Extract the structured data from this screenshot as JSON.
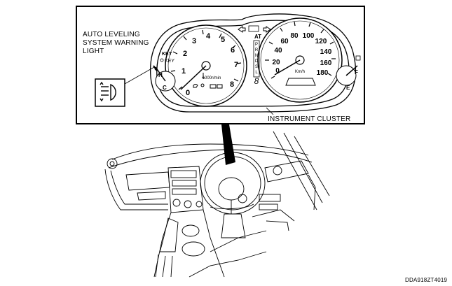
{
  "labels": {
    "warning_line1": "AUTO LEVELING",
    "warning_line2": "SYSTEM WARNING",
    "warning_line3": "LIGHT",
    "cluster": "INSTRUMENT CLUSTER",
    "figure_code": "DDA918ZT4019"
  },
  "tachometer": {
    "ticks": [
      "0",
      "1",
      "2",
      "3",
      "4",
      "5",
      "6",
      "7",
      "8"
    ],
    "unit": "1000r/min"
  },
  "speedometer": {
    "ticks": [
      "0",
      "20",
      "40",
      "60",
      "80",
      "100",
      "120",
      "140",
      "160",
      "180"
    ],
    "unit": "Km/h"
  },
  "gauges": {
    "temp_hot": "H",
    "temp_cold": "C",
    "fuel_full": "F",
    "fuel_empty": "E"
  },
  "indicators": {
    "at": "AT",
    "key_text": "KEY",
    "key_icon_text": "KEY",
    "shift_positions": [
      "P",
      "R",
      "N",
      "D",
      "S",
      "L"
    ],
    "gear_display": "8"
  },
  "icons": [
    "headlight-leveling-icon",
    "turn-arrow-left-icon",
    "turn-arrow-right-icon",
    "key-icon",
    "engine-icon",
    "battery-icon",
    "seatbelt-icon"
  ]
}
